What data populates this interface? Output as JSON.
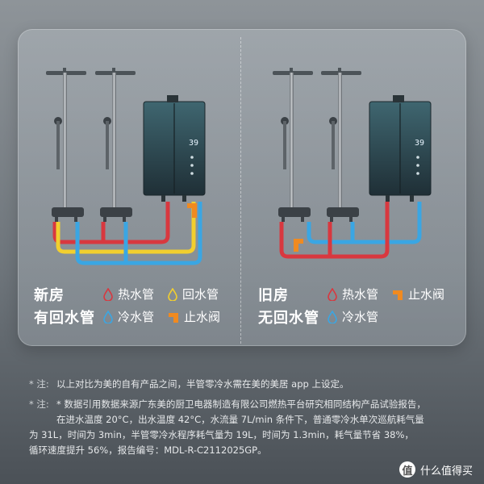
{
  "left_panel": {
    "title_line1": "新房",
    "title_line2": "有回水管",
    "legend": [
      {
        "label": "热水管",
        "icon": "hot-water-drop-icon",
        "color": "#d8383f"
      },
      {
        "label": "回水管",
        "icon": "return-water-drop-icon",
        "color": "#f2cf2e"
      },
      {
        "label": "冷水管",
        "icon": "cold-water-drop-icon",
        "color": "#3aa6e3"
      },
      {
        "label": "止水阀",
        "icon": "stop-valve-icon",
        "color": "#f08a20"
      }
    ]
  },
  "right_panel": {
    "title_line1": "旧房",
    "title_line2": "无回水管",
    "legend": [
      {
        "label": "热水管",
        "icon": "hot-water-drop-icon",
        "color": "#d8383f"
      },
      {
        "label": "止水阀",
        "icon": "stop-valve-icon",
        "color": "#f08a20"
      },
      {
        "label": "冷水管",
        "icon": "cold-water-drop-icon",
        "color": "#3aa6e3"
      }
    ]
  },
  "heater_display": "39",
  "notes": [
    {
      "mark": "* 注:",
      "text": "以上对比为美的自有产品之间，半管零冷水需在美的美居 app 上设定。"
    },
    {
      "mark": "* 注:",
      "text": "* 数据引用数据来源广东美的厨卫电器制造有限公司燃热平台研究相同结构产品试验报告，"
    },
    {
      "mark": "",
      "text": "在进水温度 20°C，出水温度 42°C，水流量 7L/min 条件下，普通零冷水单次巡航耗气量"
    },
    {
      "mark": "",
      "text": "为 31L，时间为 3min，半管零冷水程序耗气量为 19L，时间为 1.3min，耗气量节省 38%，"
    },
    {
      "mark": "",
      "text": "循环速度提升 56%，报告编号：MDL-R-C2112025GP。"
    }
  ],
  "watermark": {
    "badge": "值",
    "text": "什么值得买"
  }
}
